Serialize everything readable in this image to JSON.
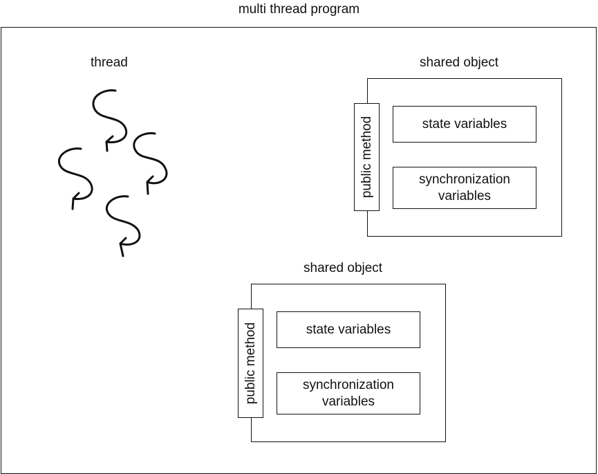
{
  "diagram": {
    "title": "multi thread program",
    "thread_label": "thread",
    "shared_objects": [
      {
        "title": "shared object",
        "method_label": "public method",
        "state_label": "state variables",
        "sync_line1": "synchronization",
        "sync_line2": "variables"
      },
      {
        "title": "shared object",
        "method_label": "public method",
        "state_label": "state variables",
        "sync_line1": "synchronization",
        "sync_line2": "variables"
      }
    ],
    "thread_icons": [
      "squiggle-arrow-icon",
      "squiggle-arrow-icon",
      "squiggle-arrow-icon",
      "squiggle-arrow-icon"
    ]
  }
}
